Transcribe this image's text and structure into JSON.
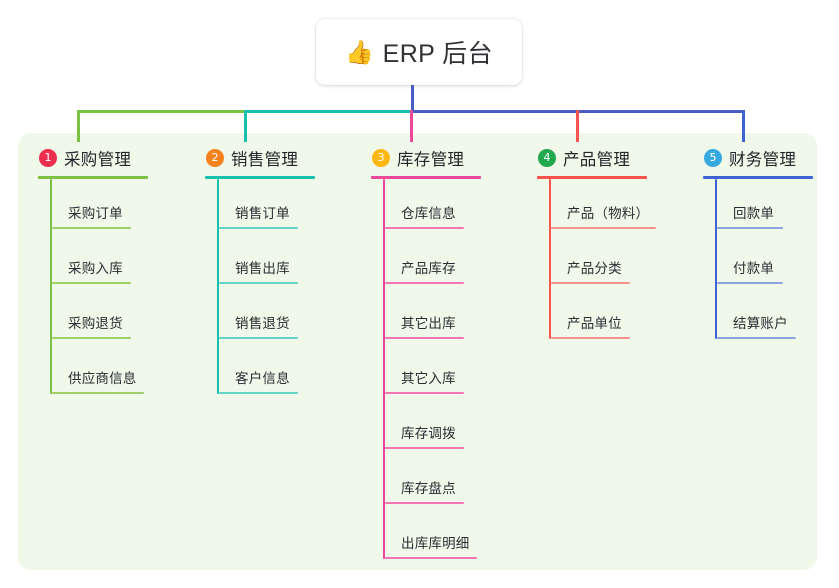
{
  "root": {
    "icon": "thumbs-up-icon",
    "emoji": "👍",
    "label": "ERP 后台"
  },
  "palette": {
    "panel_bg": "#eff8e9",
    "canvas_bg": "#ffffff",
    "root_text": "#2f3135",
    "trunk": "#4a5bc4",
    "branch_green": "#7cc242",
    "branch_teal": "#16bfae",
    "branch_blue": "#4a5bc4"
  },
  "columns": [
    {
      "number": "1",
      "title": "采购管理",
      "badge_color": "#ec2f51",
      "line_color": "#7cc242",
      "leaf_line_color": "#9fcf6a",
      "items": [
        "采购订单",
        "采购入库",
        "采购退货",
        "供应商信息"
      ]
    },
    {
      "number": "2",
      "title": "销售管理",
      "badge_color": "#f5821f",
      "line_color": "#16bfae",
      "leaf_line_color": "#62d3c6",
      "items": [
        "销售订单",
        "销售出库",
        "销售退货",
        "客户信息"
      ]
    },
    {
      "number": "3",
      "title": "库存管理",
      "badge_color": "#fbb713",
      "line_color": "#ec4899",
      "leaf_line_color": "#f176b2",
      "items": [
        "仓库信息",
        "产品库存",
        "其它出库",
        "其它入库",
        "库存调拨",
        "库存盘点",
        "出库库明细"
      ]
    },
    {
      "number": "4",
      "title": "产品管理",
      "badge_color": "#22a84f",
      "line_color": "#f9534f",
      "leaf_line_color": "#f7918c",
      "items": [
        "产品（物料）",
        "产品分类",
        "产品单位"
      ]
    },
    {
      "number": "5",
      "title": "财务管理",
      "badge_color": "#36a9e1",
      "line_color": "#3f63d4",
      "leaf_line_color": "#8ba3e0",
      "items": [
        "回款单",
        "付款单",
        "结算账户"
      ]
    }
  ]
}
